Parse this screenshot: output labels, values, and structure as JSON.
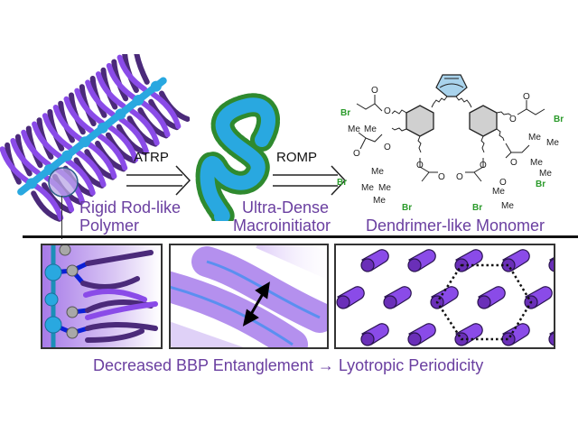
{
  "top_row": {
    "labels": {
      "rod_line1": "Rigid Rod-like",
      "rod_line2": "Polymer",
      "macro_line1": "Ultra-Dense",
      "macro_line2": "Macroinitiator",
      "monomer": "Dendrimer-like Monomer"
    },
    "arrows": {
      "atrp": "ATRP",
      "romp": "ROMP"
    },
    "monomer_groups": {
      "bromine": "Br",
      "methyl": "Me",
      "oxygen": "O"
    }
  },
  "bottom_row": {
    "caption": "Decreased BBP Entanglement → Lyotropic Periodicity",
    "panels": [
      "side-chain-detail",
      "brush-spacing",
      "hexagonal-packing"
    ]
  },
  "colors": {
    "label_purple": "#6a3fa0",
    "polymer_purple": "#7b3fd6",
    "dark_purple": "#4b2a7a",
    "backbone_cyan": "#29a8e0",
    "side_green": "#2f8a2f",
    "bromine_green": "#2a9a2a",
    "norbornene_blue": "#a9d3ec",
    "benzene_gray": "#d0d0d0"
  }
}
